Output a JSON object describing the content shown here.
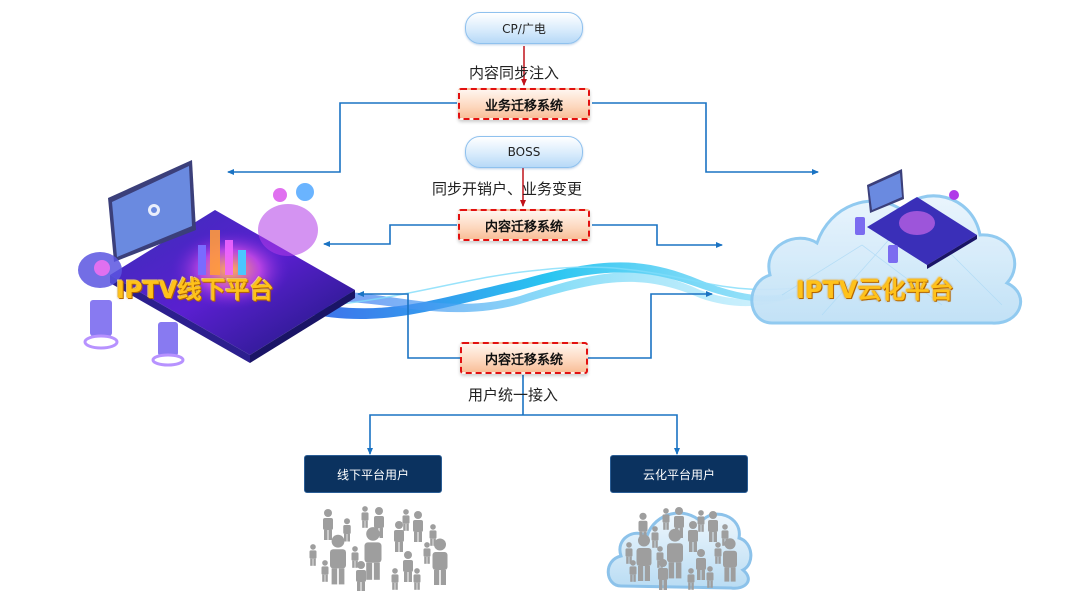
{
  "diagram": {
    "sources": {
      "cp": "CP/广电",
      "boss": "BOSS"
    },
    "flows": {
      "content_inject": "内容同步注入",
      "account_sync": "同步开销户、业务变更",
      "user_access": "用户统一接入"
    },
    "systems": {
      "business_migration": "业务迁移系统",
      "content_migration_top": "内容迁移系统",
      "content_migration_bottom": "内容迁移系统"
    },
    "platforms": {
      "offline": "IPTV线下平台",
      "cloud": "IPTV云化平台"
    },
    "user_groups": {
      "offline_users": "线下平台用户",
      "cloud_users": "云化平台用户"
    },
    "colors": {
      "connector": "#1a73c3",
      "source_arrow": "#c0131b",
      "system_border": "#e21010",
      "user_box": "#0b325f",
      "platform_title": "#ffc21a",
      "person_icon": "#9e9e9e"
    }
  }
}
